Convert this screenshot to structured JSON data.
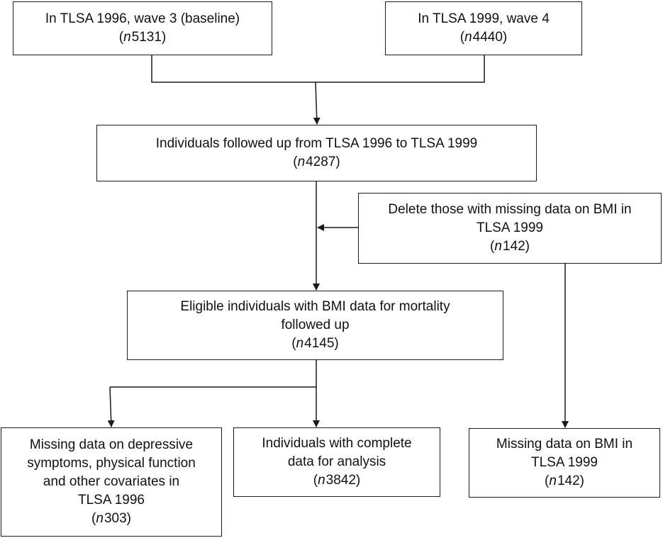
{
  "boxes": {
    "wave3": {
      "label": "In TLSA 1996, wave 3 (baseline)",
      "n": "5131"
    },
    "wave4": {
      "label": "In TLSA 1999, wave 4",
      "n": "4440"
    },
    "followed": {
      "label": "Individuals followed up from TLSA 1996 to TLSA 1999",
      "n": "4287"
    },
    "delete_missing_bmi": {
      "label_line1": "Delete those with missing data on BMI in",
      "label_line2": "TLSA 1999",
      "n": "142"
    },
    "eligible": {
      "label_line1": "Eligible individuals with BMI data for mortality",
      "label_line2": "followed up",
      "n": "4145"
    },
    "missing_depressive": {
      "label_line1": "Missing data on depressive",
      "label_line2": "symptoms, physical function",
      "label_line3": "and other covariates in",
      "label_line4": "TLSA 1996",
      "n": "303"
    },
    "complete": {
      "label_line1": "Individuals with complete",
      "label_line2": "data for analysis",
      "n": "3842"
    },
    "missing_bmi": {
      "label_line1": "Missing data on BMI in",
      "label_line2": "TLSA 1999",
      "n": "142"
    }
  },
  "n_prefix": "n"
}
